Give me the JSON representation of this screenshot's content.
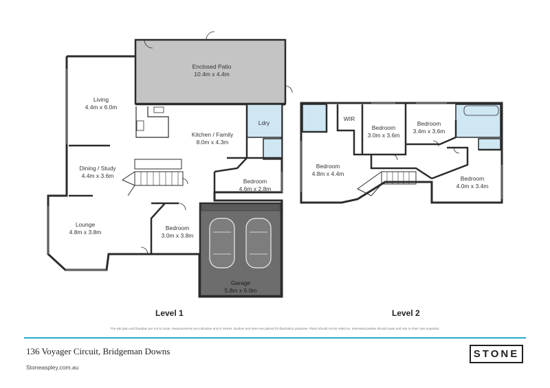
{
  "rooms": {
    "enclosed_patio": {
      "name": "Enclosed Patio",
      "size": "10.4m x 4.4m"
    },
    "living": {
      "name": "Living",
      "size": "4.4m x 6.0m"
    },
    "kitchen_family": {
      "name": "Kitchen / Family",
      "size": "8.0m x 4.3m"
    },
    "laundry": {
      "name": "Ldry"
    },
    "dining_study": {
      "name": "Dining / Study",
      "size": "4.4m x 3.6m"
    },
    "bedroom_l1_a": {
      "name": "Bedroom",
      "size": "4.6m x 2.8m"
    },
    "lounge": {
      "name": "Lounge",
      "size": "4.8m x 3.8m"
    },
    "bedroom_l1_b": {
      "name": "Bedroom",
      "size": "3.0m x 3.8m"
    },
    "garage": {
      "name": "Garage",
      "size": "5.8m x 6.0m"
    },
    "wir": {
      "name": "WIR"
    },
    "bedroom_l2_a": {
      "name": "Bedroom",
      "size": "3.0m x 3.6m"
    },
    "bedroom_l2_b": {
      "name": "Bedroom",
      "size": "3.4m x 3.6m"
    },
    "bedroom_l2_main": {
      "name": "Bedroom",
      "size": "4.8m x 4.4m"
    },
    "bedroom_l2_c": {
      "name": "Bedroom",
      "size": "4.0m x 3.4m"
    }
  },
  "levels": {
    "level1": "Level 1",
    "level2": "Level 2"
  },
  "footer": {
    "disclaimer": "The site plan and floorplan are not to scale, measurements are indicative and in metres. Bushes and trees are placed for illustration purposes. Plans should not be relied on. Interested parties should make and rely on their own enquiries.",
    "address": "136 Voyager Circuit, Bridgeman Downs",
    "website": "Stoneaspley.com.au",
    "logo": "STONE"
  },
  "colors": {
    "patio": "#c4c4c4",
    "wet_area": "#cfe6f3",
    "garage_floor": "#6d6d6d",
    "wall": "#2b2b2b",
    "accent_rule": "#2aa7c9"
  }
}
